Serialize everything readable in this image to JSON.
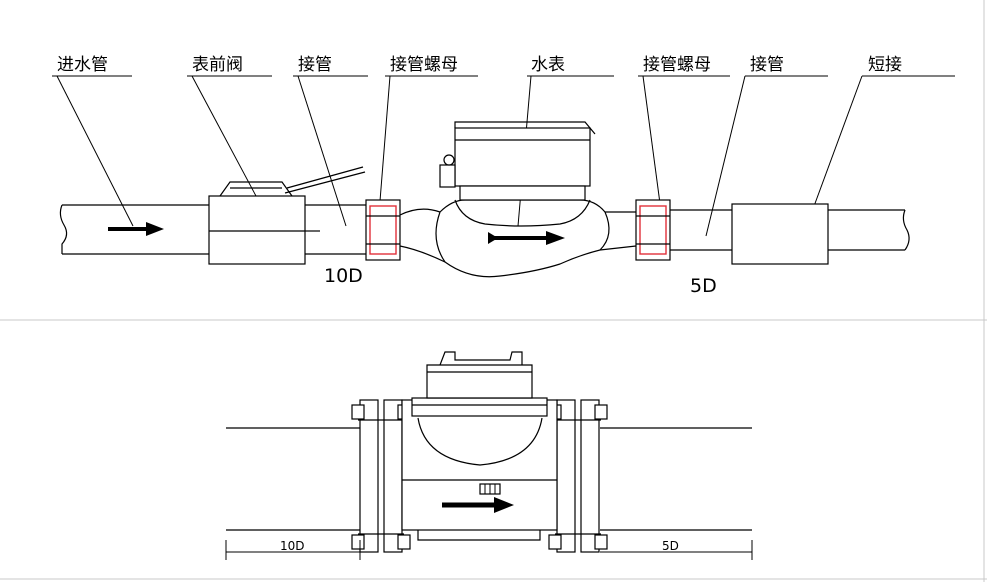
{
  "top_labels": {
    "inlet_pipe": "进水管",
    "front_valve": "表前阀",
    "connector_pipe_left": "接管",
    "connector_nut_left": "接管螺母",
    "water_meter": "水表",
    "connector_nut_right": "接管螺母",
    "connector_pipe_right": "接管",
    "short_joint": "短接"
  },
  "top_dims": {
    "upstream": "10D",
    "downstream": "5D"
  },
  "bottom_dims": {
    "upstream": "10D",
    "downstream": "5D"
  }
}
